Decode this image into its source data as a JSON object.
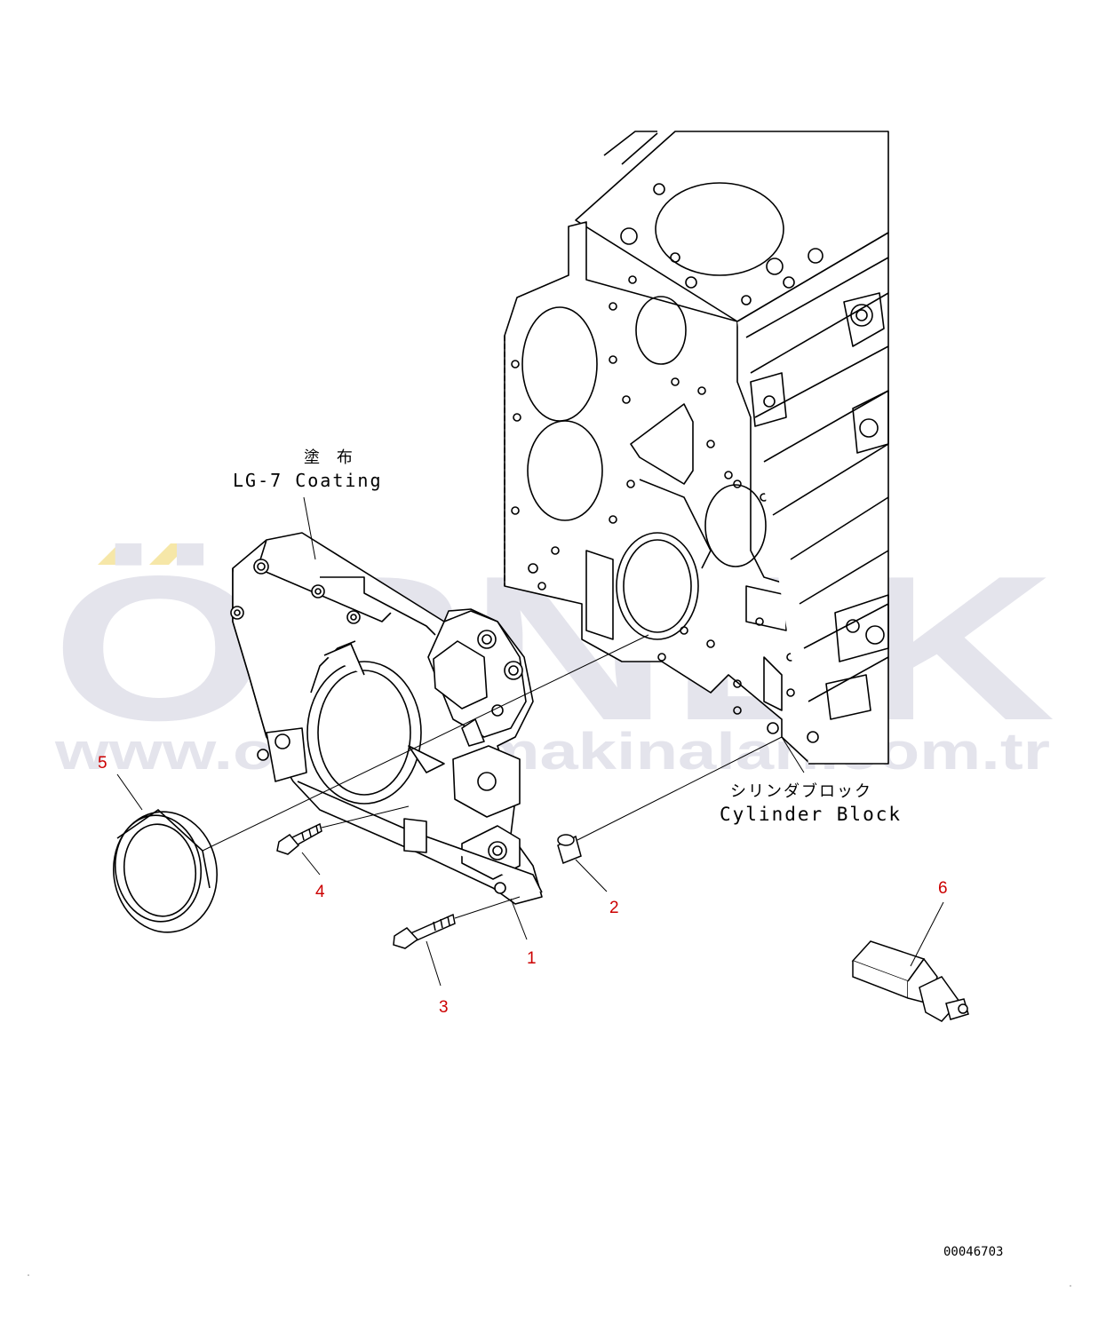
{
  "watermark": {
    "brand": "ÖRNEK",
    "url": "www.ornekismakinalari.com.tr",
    "color": "#e4e4ec",
    "accent_color": "#f6e7a8"
  },
  "annotations": {
    "coating_jp": "塗 布",
    "coating_en": "LG-7 Coating",
    "block_jp": "シリンダブロック",
    "block_en": "Cylinder Block"
  },
  "callouts": [
    {
      "id": "1",
      "label": "1"
    },
    {
      "id": "2",
      "label": "2"
    },
    {
      "id": "3",
      "label": "3"
    },
    {
      "id": "4",
      "label": "4"
    },
    {
      "id": "5",
      "label": "5"
    },
    {
      "id": "6",
      "label": "6"
    }
  ],
  "callout_color": "#cc0000",
  "drawing_number": "00046703"
}
